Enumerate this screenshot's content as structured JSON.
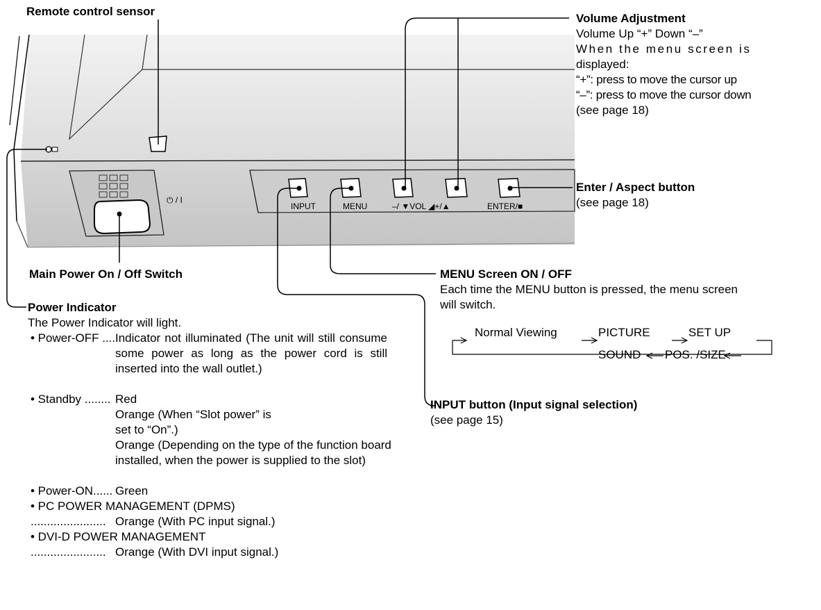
{
  "labels": {
    "remote_sensor": "Remote control sensor",
    "main_power": "Main Power On / Off Switch",
    "power_symbol": "⏻ / I"
  },
  "panel_buttons": [
    {
      "label": "INPUT"
    },
    {
      "label": "MENU"
    },
    {
      "label": "–/ ▼VOL ◢+/▲"
    },
    {
      "label": "ENTER/■"
    }
  ],
  "volume": {
    "title": "Volume Adjustment",
    "line1": "Volume Up “+” Down “–”",
    "line2": "When the menu screen is",
    "line3": "displayed:",
    "line4": "“+”: press to move the cursor up",
    "line5": "“–”: press to move the cursor down",
    "line6": "(see page 18)"
  },
  "enter": {
    "title": "Enter / Aspect button",
    "note": "(see page 18)"
  },
  "menu": {
    "title": "MENU Screen ON / OFF",
    "line1": "Each time the MENU button is pressed, the menu screen",
    "line2": "will switch.",
    "flow_top": "Normal Viewing → PICTURE → SET UP",
    "flow_items_top": [
      "Normal Viewing",
      "PICTURE",
      "SET UP"
    ],
    "flow_items_bottom": [
      "SOUND",
      "POS. /SIZE"
    ]
  },
  "input": {
    "title": "INPUT button (Input signal selection)",
    "note": "(see page 15)"
  },
  "power_indicator": {
    "title": "Power Indicator",
    "intro": "The Power Indicator will light.",
    "off_term": "• Power-OFF ....",
    "off_desc": "Indicator not illuminated (The unit will still consume some power as long as the power cord is still inserted into the wall outlet.)",
    "standby_term": "• Standby ........",
    "standby_1": "Red",
    "standby_2": "Orange (When “Slot power” is set to “On”.)",
    "standby_3": "Orange (Depending on the type of the function board installed, when the power is supplied to the slot)",
    "on_term": "• Power-ON......",
    "on_desc": "Green",
    "pc_term": "• PC POWER MANAGEMENT (DPMS)",
    "pc_dots": ".......................",
    "pc_desc": "Orange (With PC input signal.)",
    "dvi_term": "• DVI-D POWER MANAGEMENT",
    "dvi_dots": ".......................",
    "dvi_desc": "Orange (With DVI input signal.)"
  }
}
